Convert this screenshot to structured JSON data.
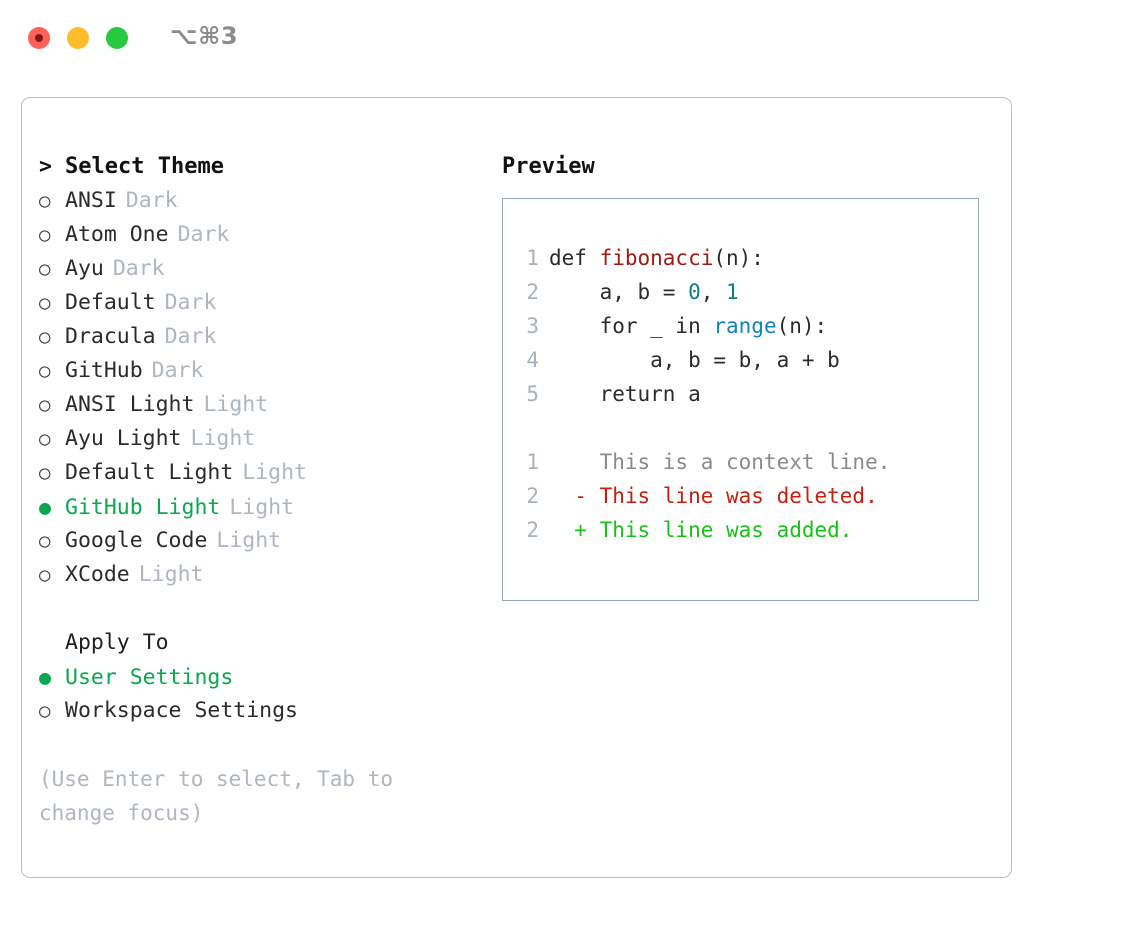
{
  "titlebar": {
    "shortcut": "⌥⌘3",
    "lights": [
      "close-light",
      "minimize-light",
      "maximize-light"
    ]
  },
  "theme_picker": {
    "header_marker": ">",
    "header": "Select Theme",
    "radio_off": "○",
    "radio_on": "●",
    "items": [
      {
        "name": "ANSI",
        "variant": "Dark",
        "selected": false
      },
      {
        "name": "Atom One",
        "variant": "Dark",
        "selected": false
      },
      {
        "name": "Ayu",
        "variant": "Dark",
        "selected": false
      },
      {
        "name": "Default",
        "variant": "Dark",
        "selected": false
      },
      {
        "name": "Dracula",
        "variant": "Dark",
        "selected": false
      },
      {
        "name": "GitHub",
        "variant": "Dark",
        "selected": false
      },
      {
        "name": "ANSI Light",
        "variant": "Light",
        "selected": false
      },
      {
        "name": "Ayu Light",
        "variant": "Light",
        "selected": false
      },
      {
        "name": "Default Light",
        "variant": "Light",
        "selected": false
      },
      {
        "name": "GitHub Light",
        "variant": "Light",
        "selected": true
      },
      {
        "name": "Google Code",
        "variant": "Light",
        "selected": false
      },
      {
        "name": "XCode",
        "variant": "Light",
        "selected": false
      }
    ]
  },
  "apply_to": {
    "header": "Apply To",
    "items": [
      {
        "name": "User Settings",
        "selected": true
      },
      {
        "name": "Workspace Settings",
        "selected": false
      }
    ]
  },
  "hint": "(Use Enter to select, Tab to change focus)",
  "preview": {
    "title": "Preview",
    "code_lines": [
      {
        "n": "1",
        "segments": [
          {
            "t": "def ",
            "k": "plain"
          },
          {
            "t": "fibonacci",
            "k": "fn"
          },
          {
            "t": "(n):",
            "k": "plain"
          }
        ]
      },
      {
        "n": "2",
        "segments": [
          {
            "t": "    a, b = ",
            "k": "plain"
          },
          {
            "t": "0",
            "k": "num"
          },
          {
            "t": ", ",
            "k": "plain"
          },
          {
            "t": "1",
            "k": "num"
          }
        ]
      },
      {
        "n": "3",
        "segments": [
          {
            "t": "    for _ in ",
            "k": "plain"
          },
          {
            "t": "range",
            "k": "call"
          },
          {
            "t": "(n):",
            "k": "plain"
          }
        ]
      },
      {
        "n": "4",
        "segments": [
          {
            "t": "        a, b = b, a + b",
            "k": "plain"
          }
        ]
      },
      {
        "n": "5",
        "segments": [
          {
            "t": "    return a",
            "k": "plain"
          }
        ]
      }
    ],
    "diff_lines": [
      {
        "n": "1",
        "prefix": "  ",
        "text": "This is a context line.",
        "kind": "context"
      },
      {
        "n": "2",
        "prefix": "- ",
        "text": "This line was deleted.",
        "kind": "deleted"
      },
      {
        "n": "2",
        "prefix": "+ ",
        "text": "This line was added.",
        "kind": "added"
      }
    ]
  },
  "colors": {
    "accent_green": "#0aa74e",
    "muted": "#aeb6c2",
    "border": "#b6c0cc",
    "code_border": "#9aa7b8",
    "syntax_function": "#a31a14",
    "syntax_number": "#0e807b",
    "syntax_call": "#1184b8",
    "diff_deleted": "#c8200f",
    "diff_added": "#18c018",
    "gutter": "#a8b2be"
  }
}
